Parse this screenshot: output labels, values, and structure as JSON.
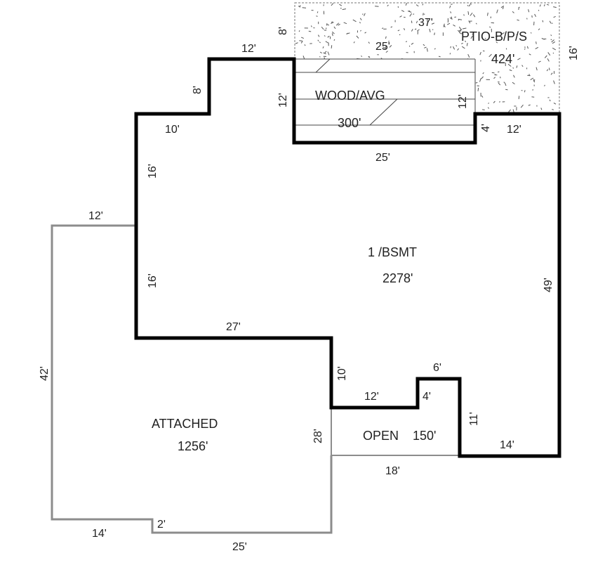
{
  "areas": {
    "main": {
      "name": "1 /BSMT",
      "value": "2278'"
    },
    "attached": {
      "name": "ATTACHED",
      "value": "1256'"
    },
    "open": {
      "name": "OPEN",
      "value": "150'"
    },
    "wood": {
      "name": "WOOD/AVG",
      "value": "300'"
    },
    "patio": {
      "name": "PTIO-B/P/S",
      "value": "424'"
    }
  },
  "dimensions": {
    "main_top_12": "12'",
    "main_step_8": "8'",
    "main_left_10": "10'",
    "main_left_16_upper": "16'",
    "main_left_16_lower": "16'",
    "main_27": "27'",
    "main_10_notch": "10'",
    "main_12_notch": "12'",
    "main_4_notch": "4'",
    "main_6_top": "6'",
    "main_11": "11'",
    "main_14_bottom": "14'",
    "main_49": "49'",
    "main_12_right": "12'",
    "main_4_right": "4'",
    "main_25_wood_bottom": "25'",
    "wood_12_left": "12'",
    "wood_12_right": "12'",
    "patio_37": "37'",
    "patio_25": "25'",
    "patio_8": "8'",
    "patio_16": "16'",
    "att_12_top": "12'",
    "att_42": "42'",
    "att_14": "14'",
    "att_2": "2'",
    "att_25": "25'",
    "att_28": "28'",
    "open_18": "18'"
  },
  "colors": {
    "main_outline": "#000000",
    "attached_outline": "#8c8c8c",
    "open_outline": "#8c8c8c",
    "wood_outline": "#444444",
    "patio_outline": "#777777"
  }
}
